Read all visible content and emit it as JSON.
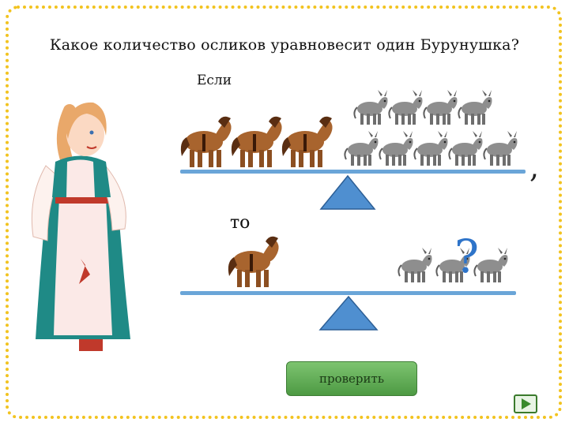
{
  "question": "Какое количество осликов уравновесит один Бурунушка?",
  "condition_label": "Если",
  "result_label": "то",
  "comma": ",",
  "unknown_mark": "?",
  "check_button": "проверить",
  "icons": {
    "next": "play-next-icon"
  },
  "colors": {
    "beam": "#6aa5d8",
    "fulcrum": "#4f8fd0",
    "button": "#5aa74e",
    "question_mark": "#2e74c9",
    "frame": "#f2c31f"
  }
}
